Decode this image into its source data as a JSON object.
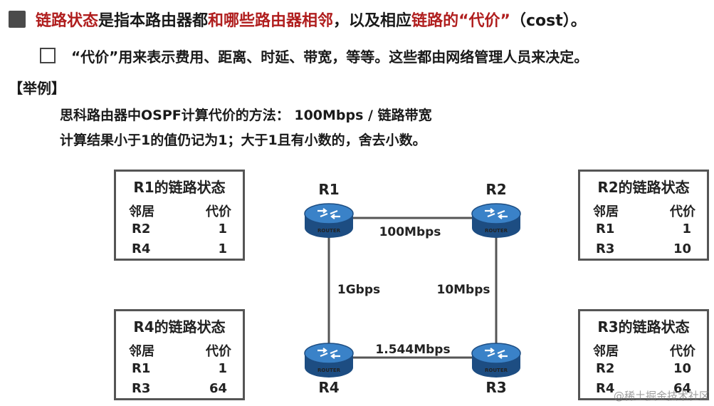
{
  "headline": {
    "segments": [
      {
        "text": "链路状态",
        "color": "red"
      },
      {
        "text": "是指本路由器都",
        "color": "black"
      },
      {
        "text": "和哪些路由器相邻",
        "color": "red"
      },
      {
        "text": "，以及相应",
        "color": "black"
      },
      {
        "text": "链路的“代价”",
        "color": "red"
      },
      {
        "text": "（cost）。",
        "color": "black"
      }
    ]
  },
  "subline": {
    "text": "“代价”用来表示费用、距离、时延、带宽，等等。这些都由网络管理人员来决定。"
  },
  "example": {
    "header": "【举例】",
    "lines": [
      "思科路由器中OSPF计算代价的方法：  100Mbps / 链路带宽",
      "计算结果小于1的值仍记为1；大于1且有小数的，舍去小数。"
    ]
  },
  "tables": {
    "r1": {
      "title": "R1的链路状态",
      "col_neighbor": "邻居",
      "col_cost": "代价",
      "rows": [
        {
          "neighbor": "R2",
          "cost": "1"
        },
        {
          "neighbor": "R4",
          "cost": "1"
        }
      ]
    },
    "r2": {
      "title": "R2的链路状态",
      "col_neighbor": "邻居",
      "col_cost": "代价",
      "rows": [
        {
          "neighbor": "R1",
          "cost": "1"
        },
        {
          "neighbor": "R3",
          "cost": "10"
        }
      ]
    },
    "r4": {
      "title": "R4的链路状态",
      "col_neighbor": "邻居",
      "col_cost": "代价",
      "rows": [
        {
          "neighbor": "R1",
          "cost": "1"
        },
        {
          "neighbor": "R3",
          "cost": "64"
        }
      ]
    },
    "r3": {
      "title": "R3的链路状态",
      "col_neighbor": "邻居",
      "col_cost": "代价",
      "rows": [
        {
          "neighbor": "R2",
          "cost": "10"
        },
        {
          "neighbor": "R4",
          "cost": "64"
        }
      ]
    }
  },
  "diagram": {
    "routers": {
      "r1": {
        "label": "R1",
        "badge": "ROUTER"
      },
      "r2": {
        "label": "R2",
        "badge": "ROUTER"
      },
      "r3": {
        "label": "R3",
        "badge": "ROUTER"
      },
      "r4": {
        "label": "R4",
        "badge": "ROUTER"
      }
    },
    "links": {
      "r1_r2": "100Mbps",
      "r1_r4": "1Gbps",
      "r2_r3": "10Mbps",
      "r4_r3": "1.544Mbps"
    }
  },
  "watermark": "@稀土掘金技术社区",
  "colors": {
    "accent_red": "#b01e1e",
    "router_blue": "#2f6fb0",
    "router_dark": "#1d4d82"
  }
}
